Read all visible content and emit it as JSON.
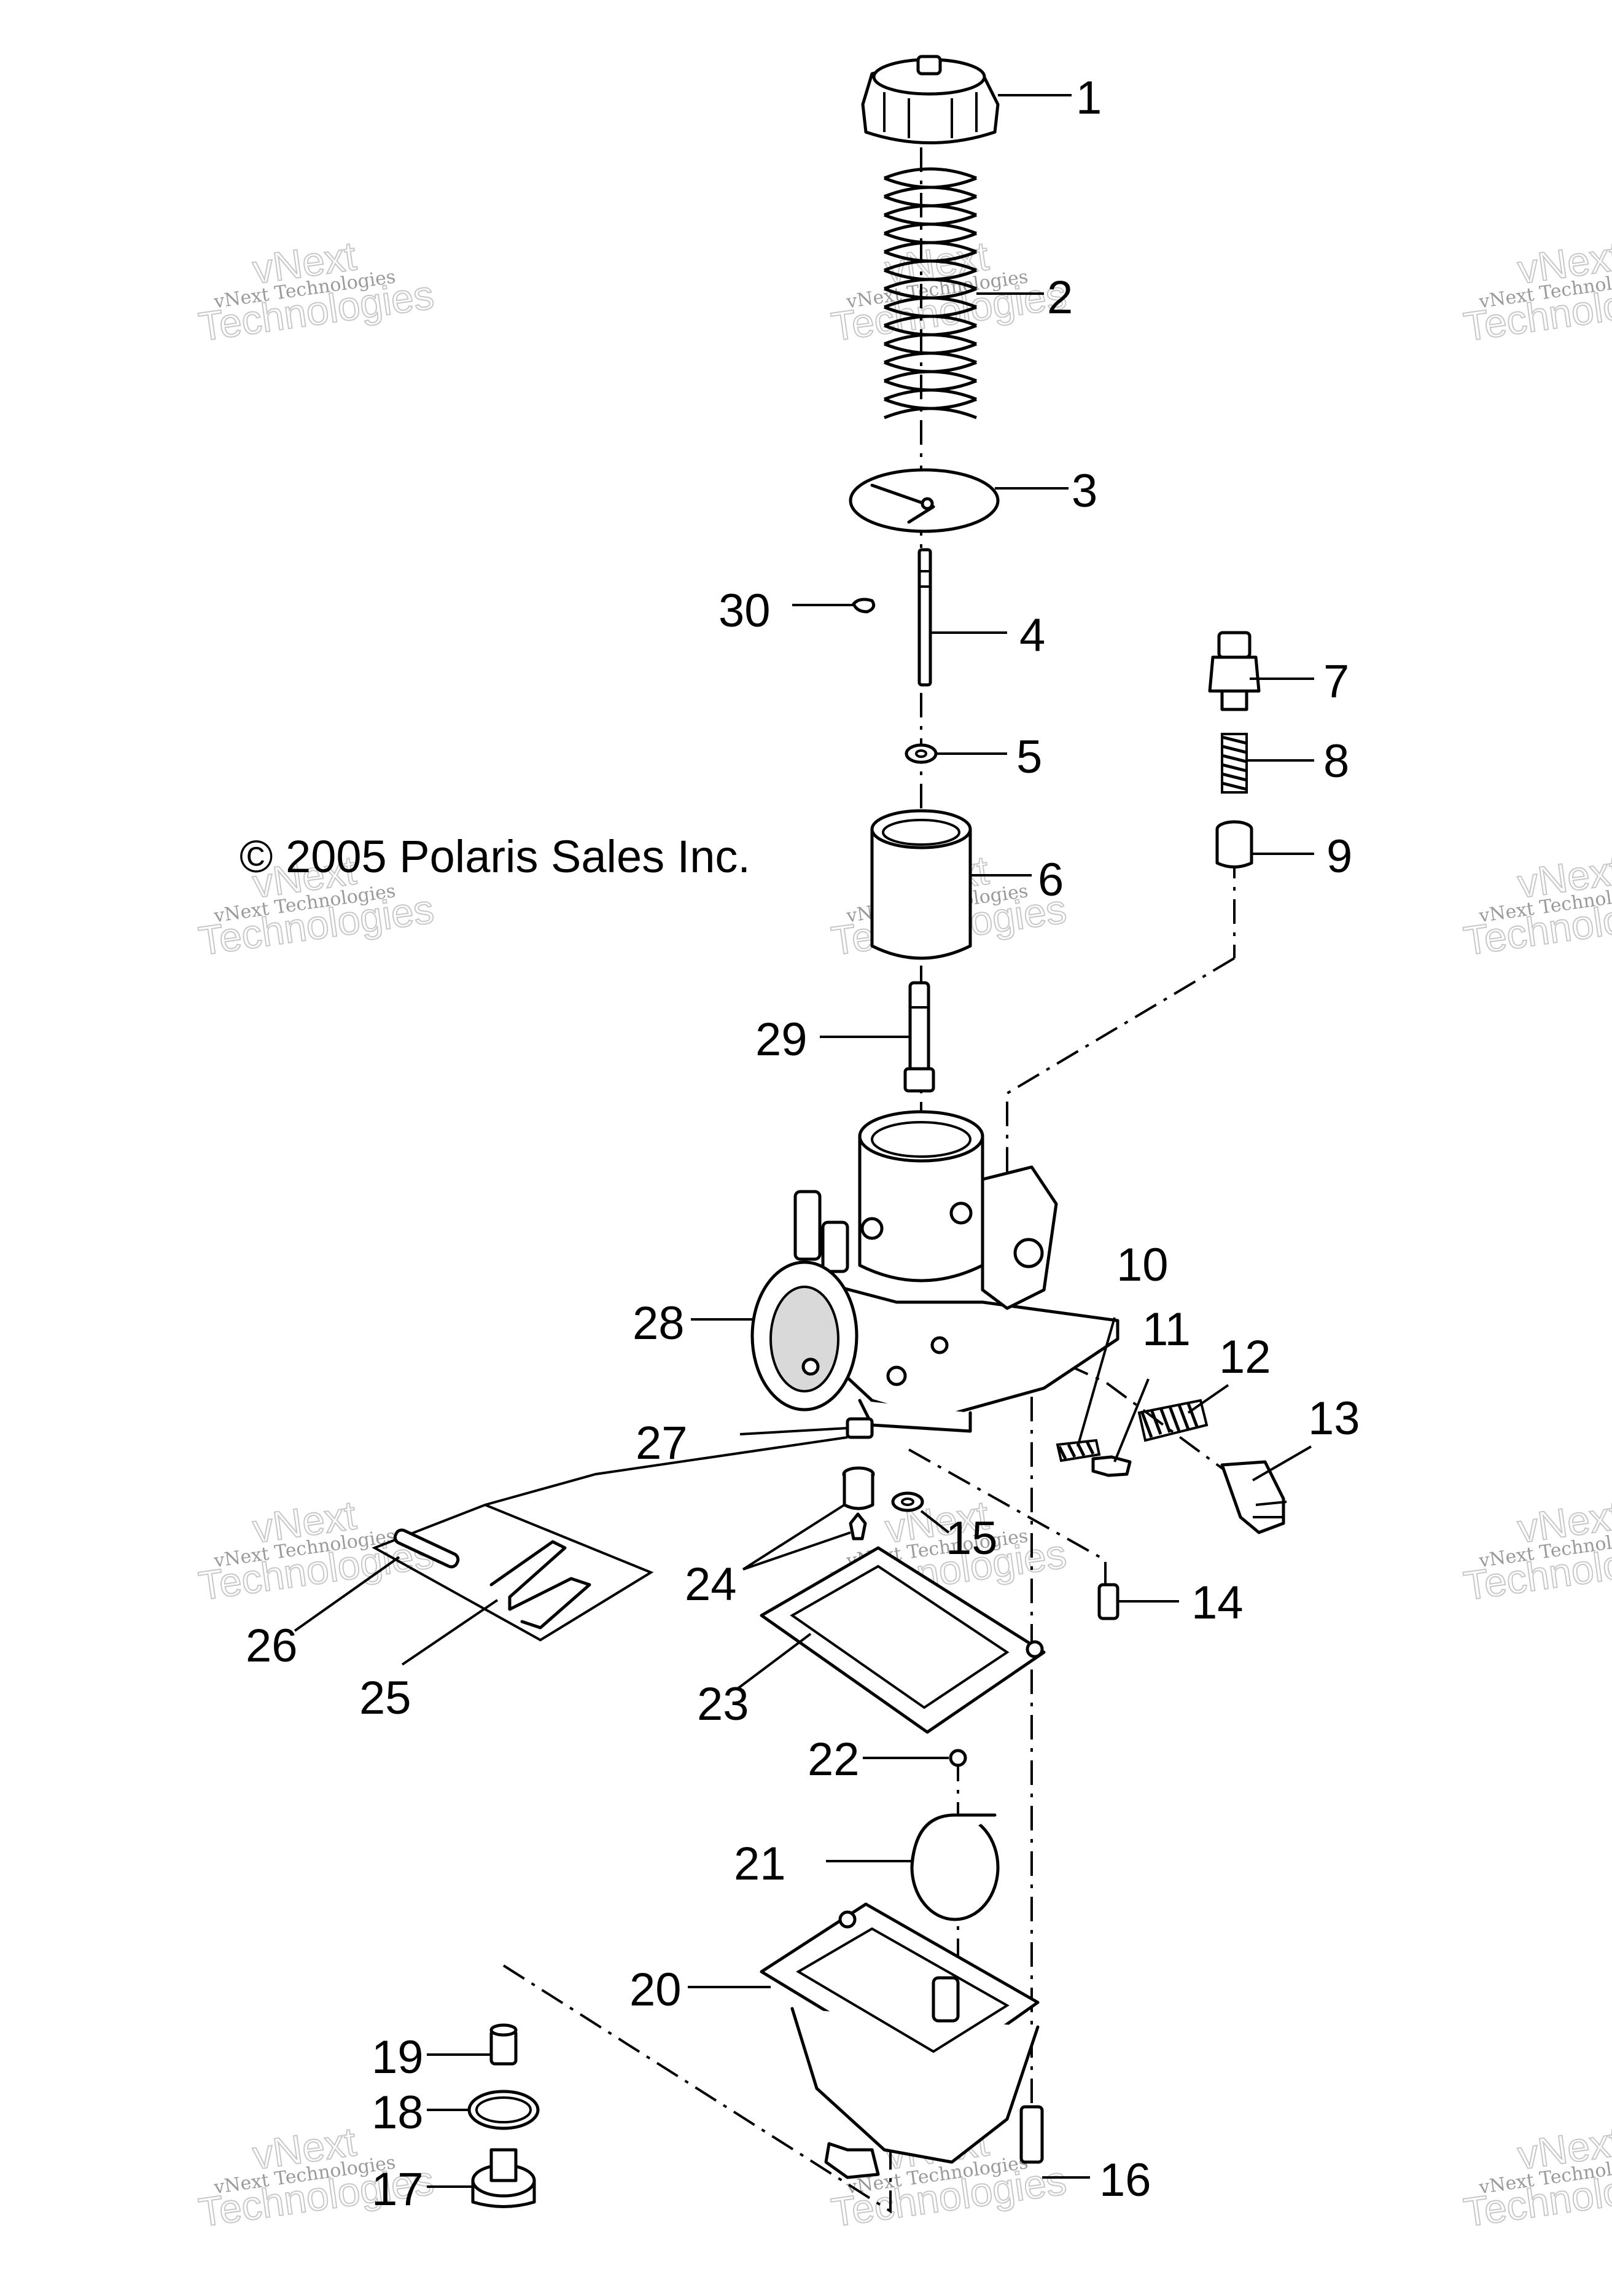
{
  "copyright": "© 2005 Polaris Sales Inc.",
  "watermark": {
    "small": "vNext Technologies",
    "large_line1": "vNext",
    "large_line2": "Technologies"
  },
  "callouts": {
    "c1": "1",
    "c2": "2",
    "c3": "3",
    "c4": "4",
    "c5": "5",
    "c6": "6",
    "c7": "7",
    "c8": "8",
    "c9": "9",
    "c10": "10",
    "c11": "11",
    "c12": "12",
    "c13": "13",
    "c14": "14",
    "c15": "15",
    "c16": "16",
    "c17": "17",
    "c18": "18",
    "c19": "19",
    "c20": "20",
    "c21": "21",
    "c22": "22",
    "c23": "23",
    "c24": "24",
    "c25": "25",
    "c26": "26",
    "c27": "27",
    "c28": "28",
    "c29": "29",
    "c30": "30"
  }
}
